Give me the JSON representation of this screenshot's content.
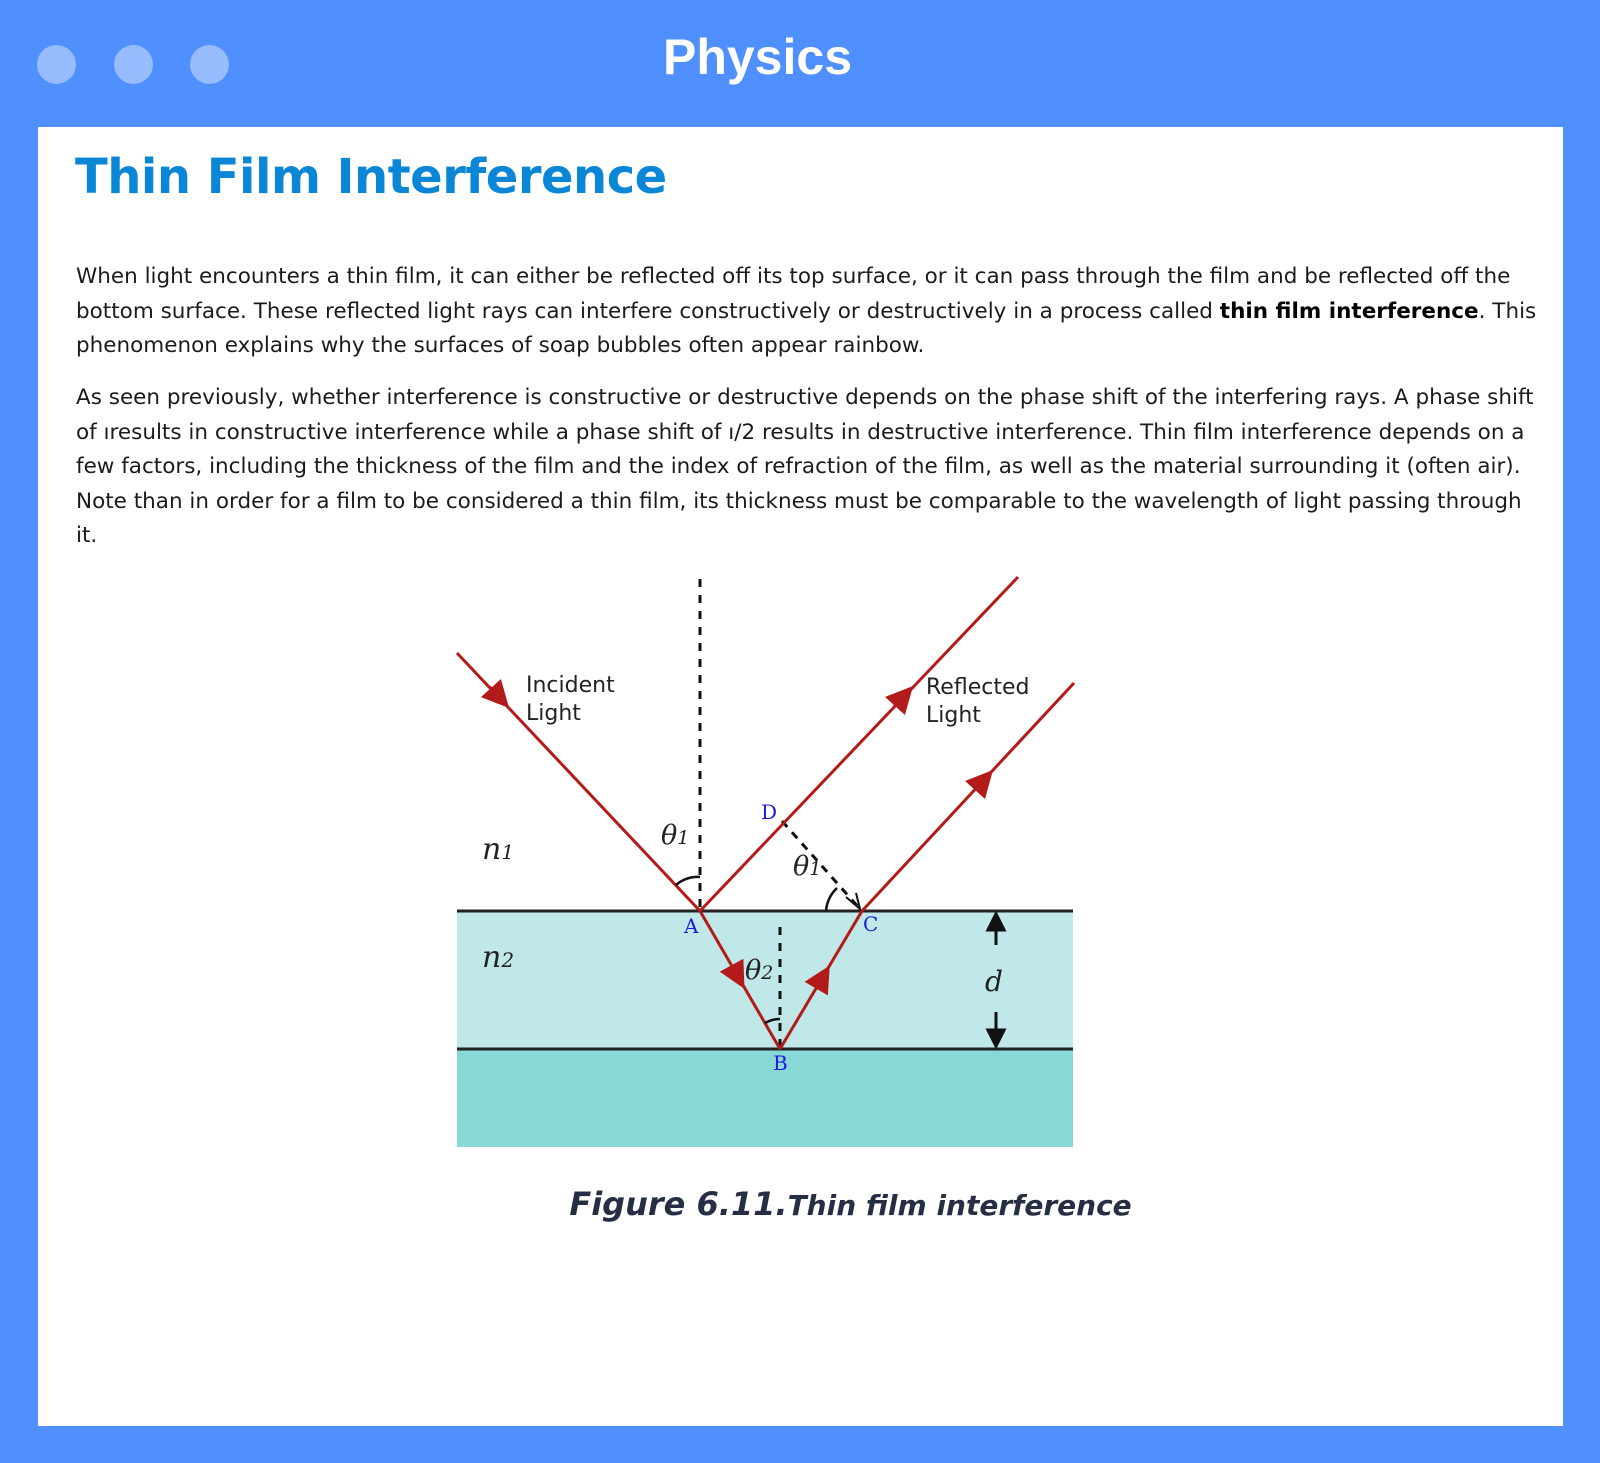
{
  "window": {
    "title": "Physics"
  },
  "article": {
    "title": "Thin Film Interference",
    "paragraph1": {
      "before": "When light encounters a thin film, it can either be reflected off its top surface, or it can pass through the film and be reflected off the bottom surface. These reflected light rays can interfere constructively or destructively in a process called ",
      "bold": "thin film interference",
      "after": ". This phenomenon explains why the surfaces of soap bubbles often appear rainbow."
    },
    "paragraph2": "As seen previously, whether interference is constructive or destructive depends on the phase shift of the interfering rays. A phase shift of ıresults in constructive interference while a phase shift of ı/2 results in destructive interference. Thin film interference depends on a few factors, including the thickness of the film and the index of refraction of the film, as well as the material surrounding it (often air). Note than in order for a film to be considered a thin film, its thickness must be comparable to the wavelength of light passing through it."
  },
  "figure": {
    "labels": {
      "incident_line1": "Incident",
      "incident_line2": "Light",
      "reflected_line1": "Reflected",
      "reflected_line2": "Light",
      "n1": "n",
      "n1_sub": "1",
      "n2": "n",
      "n2_sub": "2",
      "theta": "θ",
      "sub1": "1",
      "sub2": "2",
      "point_a": "A",
      "point_b": "B",
      "point_c": "C",
      "point_d": "D",
      "thickness": "d"
    },
    "colors": {
      "ray": "#b31b1b",
      "film": "#c0e8e8",
      "substrate": "#88d8d8",
      "point_label": "#1a1adb"
    },
    "caption_number": "Figure 6.11.",
    "caption_text": "Thin film interference"
  }
}
